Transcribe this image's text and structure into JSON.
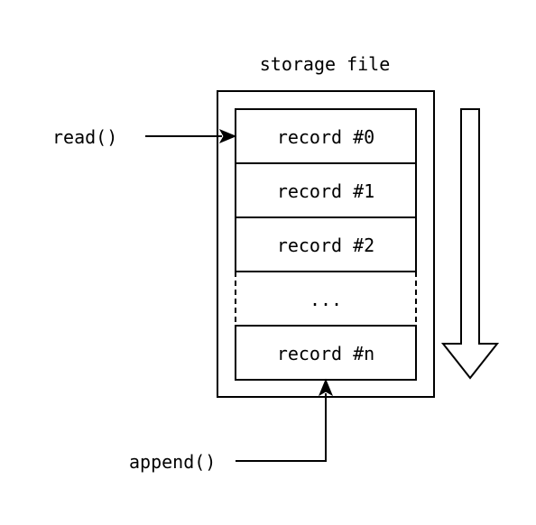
{
  "title": "storage file",
  "records": [
    "record #0",
    "record #1",
    "record #2",
    "...",
    "record #n"
  ],
  "read_label": "read()",
  "append_label": "append()",
  "colors": {
    "stroke": "#000000",
    "background": "#ffffff"
  }
}
